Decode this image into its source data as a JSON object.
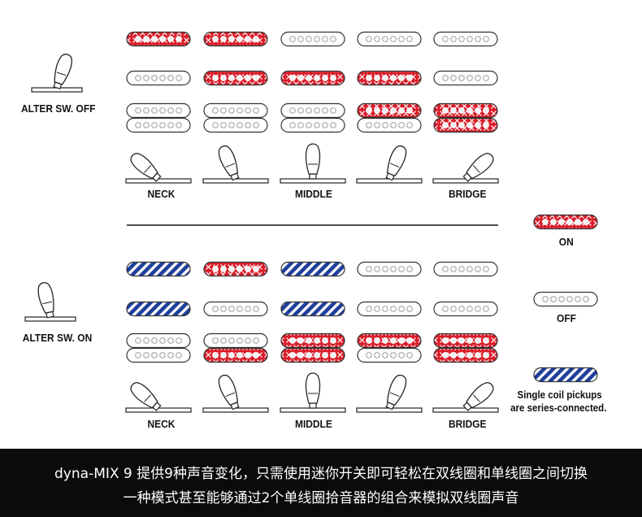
{
  "diagram": {
    "top_section": {
      "switch_label": "ALTER SW. OFF",
      "positions": [
        "NECK",
        "",
        "MIDDLE",
        "",
        "BRIDGE"
      ],
      "rows": [
        [
          "on",
          "on",
          "off",
          "off",
          "off"
        ],
        [
          "off",
          "on",
          "on",
          "on",
          "off"
        ],
        [
          "off/off",
          "off/off",
          "off/off",
          "on/off",
          "on/on"
        ]
      ]
    },
    "bottom_section": {
      "switch_label": "ALTER SW. ON",
      "positions": [
        "NECK",
        "",
        "MIDDLE",
        "",
        "BRIDGE"
      ],
      "rows": [
        [
          "single",
          "on",
          "single",
          "off",
          "off"
        ],
        [
          "single",
          "off",
          "single",
          "off",
          "off"
        ],
        [
          "off/off",
          "off/on",
          "on/on",
          "on/off",
          "on/on"
        ]
      ]
    },
    "legend": {
      "on_label": "ON",
      "off_label": "OFF",
      "single_label_line1": "Single coil pickups",
      "single_label_line2": "are series-connected."
    },
    "colors": {
      "on_fill": "#d91e2a",
      "single_fill": "#1f3f9c",
      "outline": "#333333",
      "off_dot": "#aaaaaa"
    }
  },
  "caption": {
    "line1": "dyna-MIX 9 提供9种声音变化，只需使用迷你开关即可轻松在双线圈和单线圈之间切换",
    "line2": "一种模式甚至能够通过2个单线圈拾音器的组合来模拟双线圈声音"
  }
}
